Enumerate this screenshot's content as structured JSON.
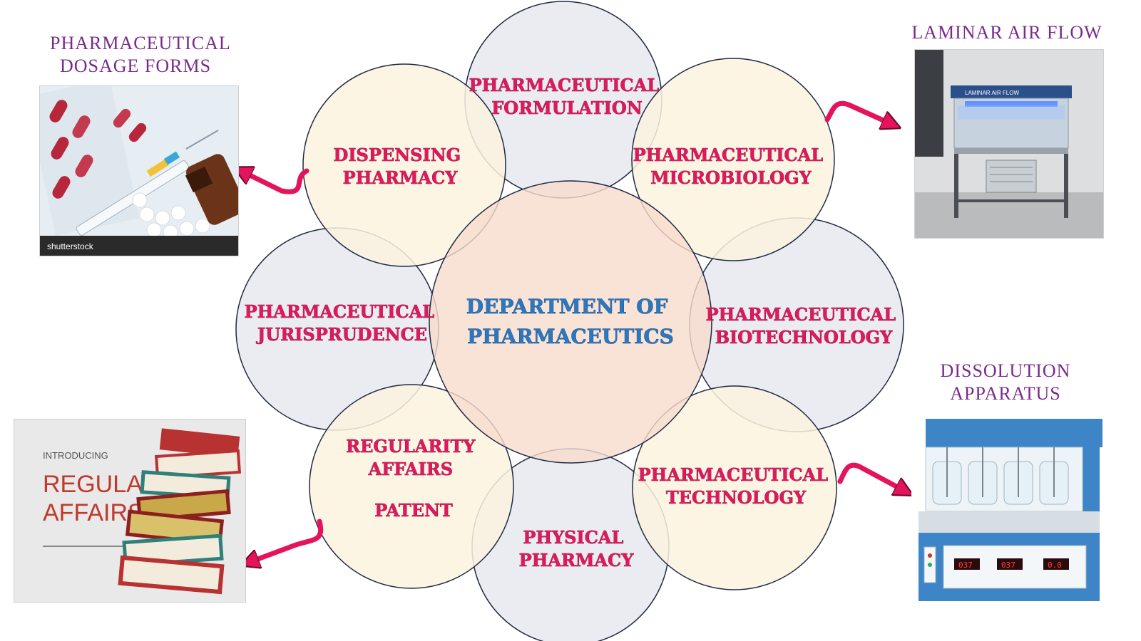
{
  "center": {
    "line1": "DEPARTMENT OF",
    "line2": "PHARMACEUTICS"
  },
  "circles": [
    {
      "id": "formulation",
      "lines": [
        "PHARMACEUTICAL",
        "FORMULATION"
      ]
    },
    {
      "id": "microbiology",
      "lines": [
        "PHARMACEUTICAL",
        "MICROBIOLOGY"
      ]
    },
    {
      "id": "biotechnology",
      "lines": [
        "PHARMACEUTICAL",
        "BIOTECHNOLOGY"
      ]
    },
    {
      "id": "technology",
      "lines": [
        "PHARMACEUTICAL",
        "TECHNOLOGY"
      ]
    },
    {
      "id": "physical",
      "lines": [
        "PHYSICAL",
        "PHARMACY"
      ]
    },
    {
      "id": "regulatory",
      "lines": [
        "REGULARITY",
        "AFFAIRS",
        "PATENT"
      ]
    },
    {
      "id": "jurisprudence",
      "lines": [
        "PHARMACEUTICAL",
        "JURISPRUDENCE"
      ]
    },
    {
      "id": "dispensing",
      "lines": [
        "DISPENSING",
        "PHARMACY"
      ]
    }
  ],
  "captions": {
    "dosage": [
      "PHARMACEUTICAL",
      "DOSAGE FORMS"
    ],
    "laminar": [
      "LAMINAR AIR FLOW"
    ],
    "dissolution": [
      "DISSOLUTION",
      "APPARATUS"
    ]
  },
  "photo_text": {
    "dosage_watermark": "shutterstock",
    "laminar_sign": "LAMINAR AIR FLOW",
    "book_intro": "INTRODUCING",
    "book_title1": "REGULATED",
    "book_title2": "AFFAIRS",
    "dissolution_display1": "037",
    "dissolution_display2": "037",
    "dissolution_display3": "0.0"
  },
  "colors": {
    "cream": "#fbf3df",
    "bluegray": "#e6e9ef",
    "center_fill": "#f7dccd",
    "outline": "#1f2a44",
    "label": "#e0185c",
    "center_label": "#2b77c0",
    "arrow": "#e3145c",
    "caption": "#7a2a8c"
  }
}
